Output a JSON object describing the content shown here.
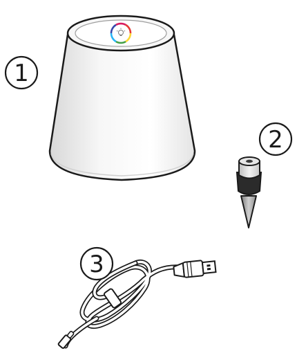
{
  "callouts": [
    {
      "number": "1"
    },
    {
      "number": "2"
    },
    {
      "number": "3"
    }
  ],
  "colors": {
    "outline": "#1a1a1a",
    "lamp_body": "#f2f2f2",
    "lamp_shade": "#d9d9d9",
    "spike_gray": "#8a8a8a",
    "ring_red": "#e53935",
    "ring_yellow": "#fdd835",
    "ring_green": "#43a047",
    "ring_cyan": "#29b6f6",
    "ring_blue": "#3949ab",
    "ring_magenta": "#d81b60"
  }
}
